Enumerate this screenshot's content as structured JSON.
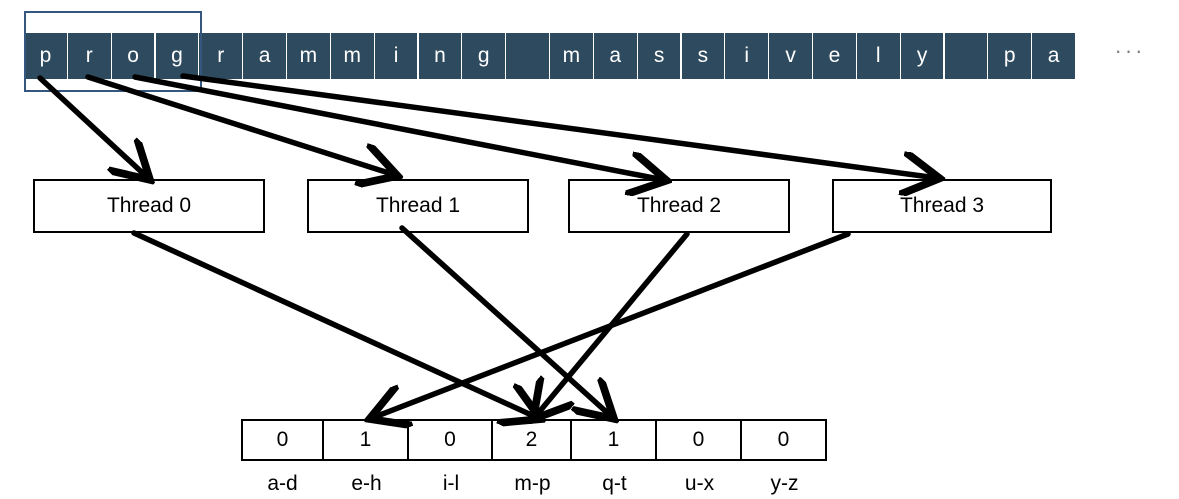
{
  "input": {
    "chars": [
      "p",
      "r",
      "o",
      "g",
      "r",
      "a",
      "m",
      "m",
      "i",
      "n",
      "g",
      "",
      "m",
      "a",
      "s",
      "s",
      "i",
      "v",
      "e",
      "l",
      "y",
      "",
      "p",
      "a"
    ],
    "ellipsis": "···"
  },
  "threads": [
    {
      "label": "Thread 0"
    },
    {
      "label": "Thread 1"
    },
    {
      "label": "Thread 2"
    },
    {
      "label": "Thread 3"
    }
  ],
  "histogram": {
    "bins": [
      {
        "range": "a-d",
        "count": "0"
      },
      {
        "range": "e-h",
        "count": "1"
      },
      {
        "range": "i-l",
        "count": "0"
      },
      {
        "range": "m-p",
        "count": "2"
      },
      {
        "range": "q-t",
        "count": "1"
      },
      {
        "range": "u-x",
        "count": "0"
      },
      {
        "range": "y-z",
        "count": "0"
      }
    ]
  },
  "colors": {
    "cell_fill": "#2e4a5e",
    "window_border": "#35567f",
    "arrow": "#000000"
  }
}
